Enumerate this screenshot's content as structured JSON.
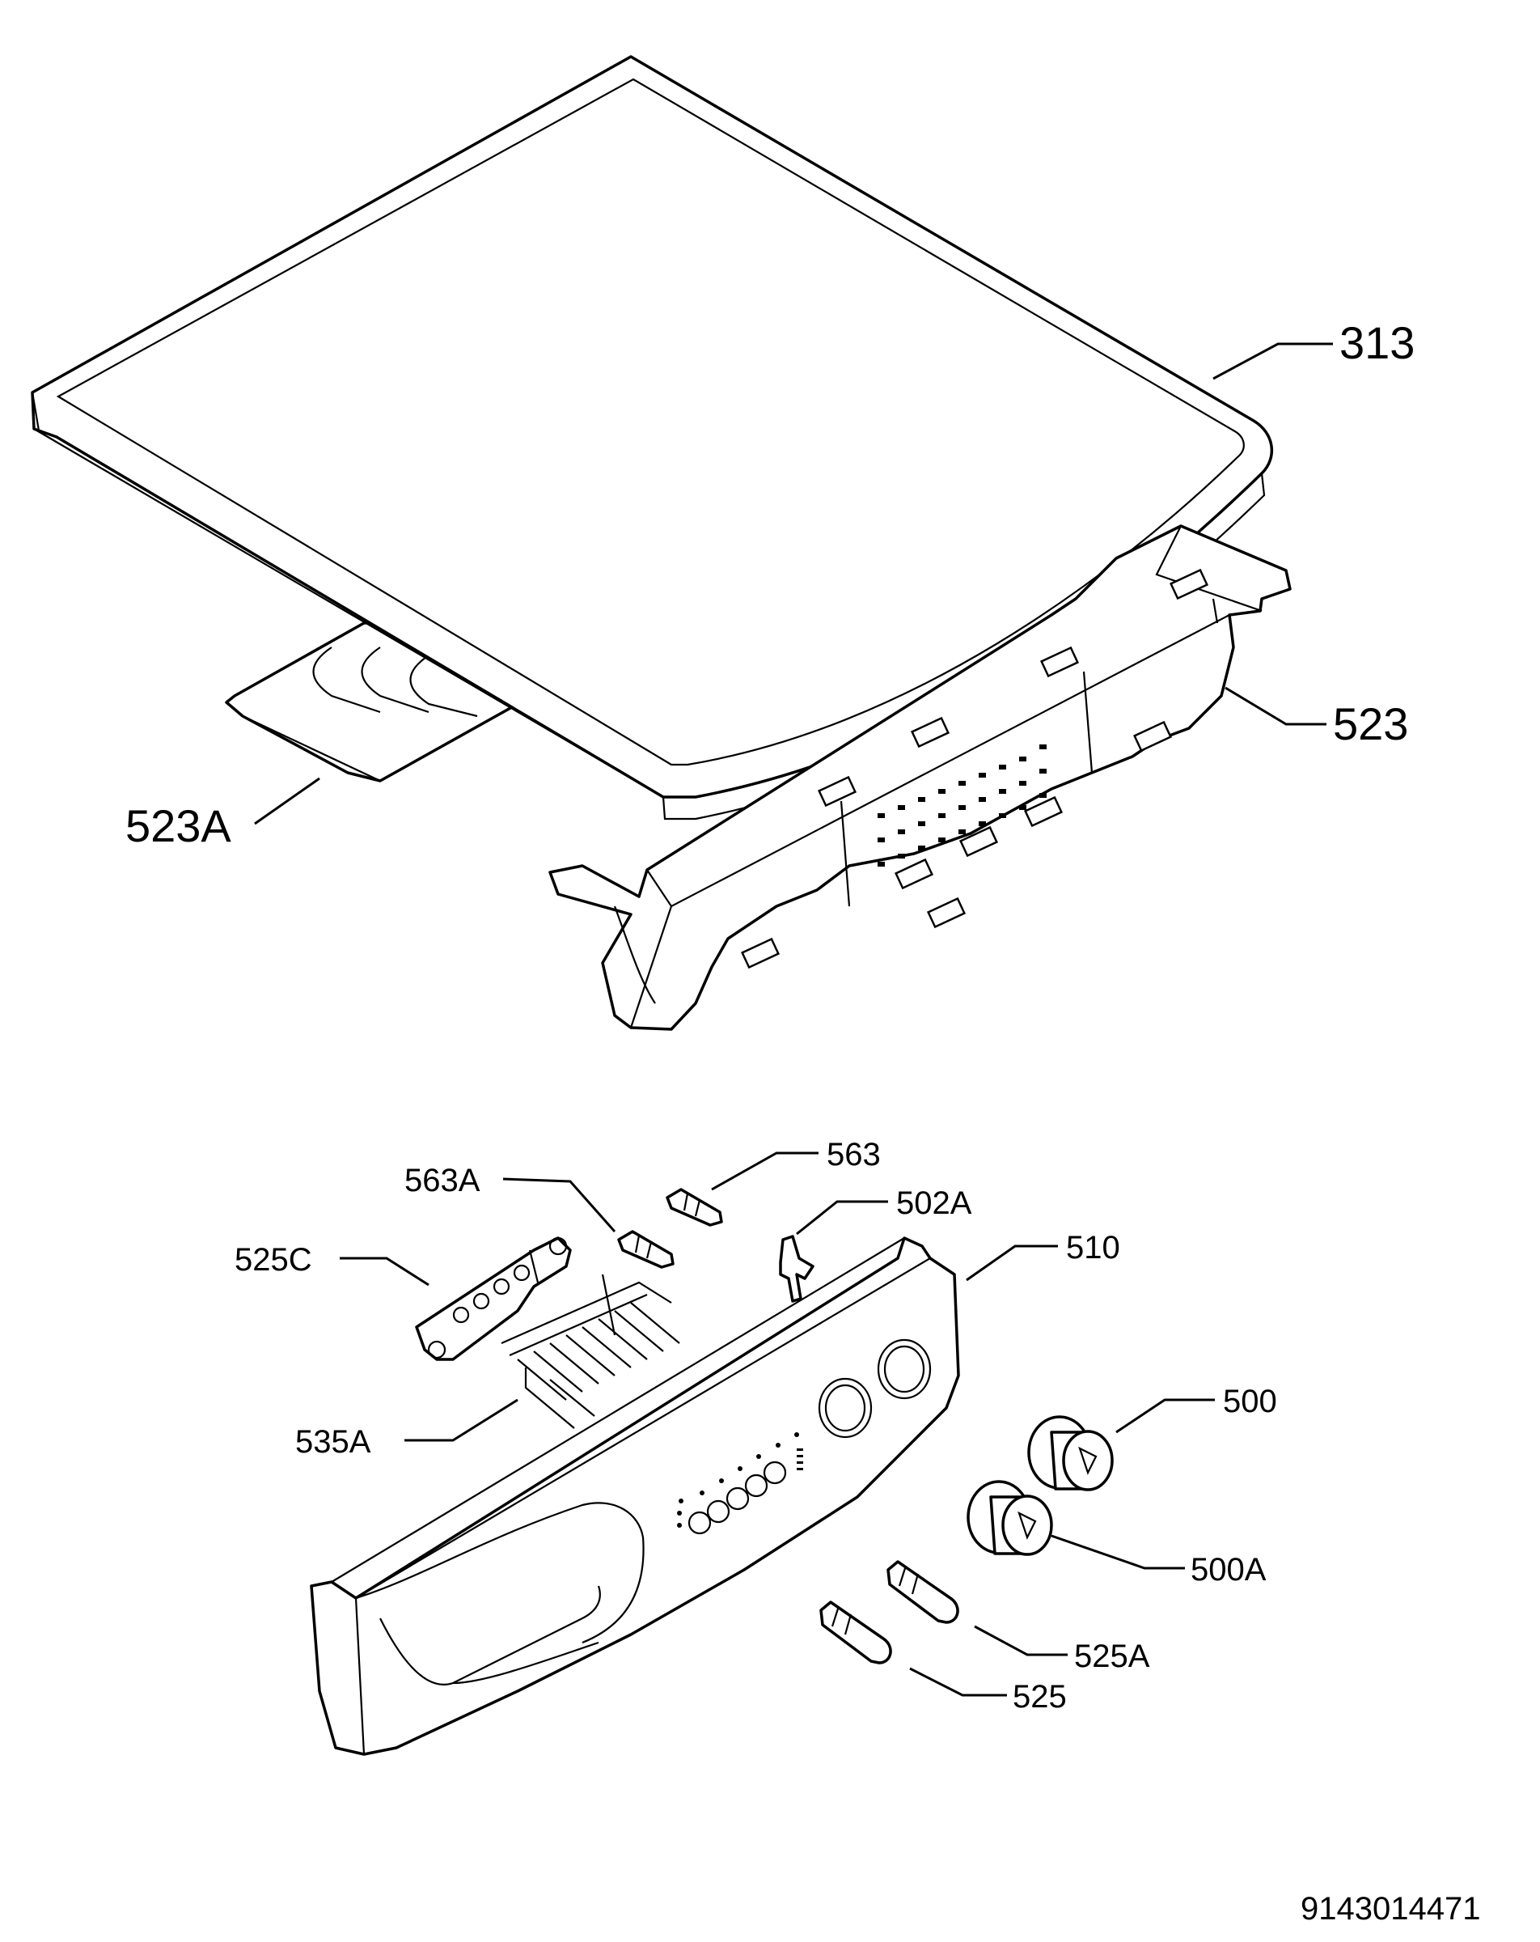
{
  "labels": {
    "p313": "313",
    "p523": "523",
    "p523a": "523A",
    "p563a": "563A",
    "p563": "563",
    "p502a": "502A",
    "p525c": "525C",
    "p510": "510",
    "p535a": "535A",
    "p500": "500",
    "p500a": "500A",
    "p525a": "525A",
    "p525": "525"
  },
  "document_number": "9143014471"
}
